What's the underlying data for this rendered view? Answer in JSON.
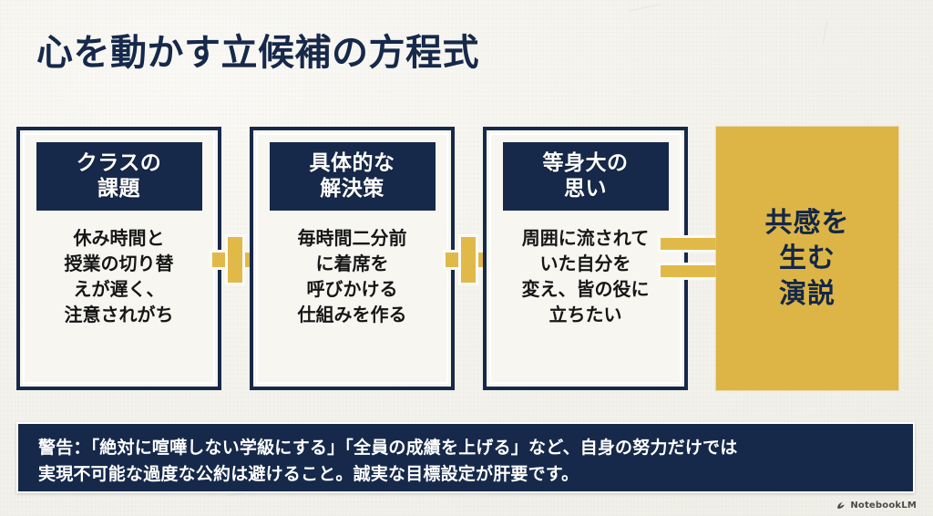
{
  "title": "心を動かす立候補の方程式",
  "colors": {
    "navy": "#16294a",
    "gold": "#ddb546",
    "operator_gold": "#e0b949",
    "paper": "#f5f4ef",
    "card_body": "#f7f6f1",
    "body_text": "#161616",
    "white": "#ffffff"
  },
  "cards": [
    {
      "head": [
        "クラスの",
        "課題"
      ],
      "body": [
        "休み時間と",
        "授業の切り替",
        "えが遅く、",
        "注意されがち"
      ]
    },
    {
      "head": [
        "具体的な",
        "解決策"
      ],
      "body": [
        "毎時間二分前",
        "に着席を",
        "呼びかける",
        "仕組みを作る"
      ]
    },
    {
      "head": [
        "等身大の",
        "思い"
      ],
      "body": [
        "周囲に流されて",
        "いた自分を",
        "変え、皆の役に",
        "立ちたい"
      ]
    }
  ],
  "operators": {
    "plus_1": "+",
    "plus_2": "+",
    "equals": "="
  },
  "result": {
    "lines": [
      "共感を",
      "生む",
      "演説"
    ]
  },
  "warning": {
    "lines": [
      "警告：「絶対に喧嘩しない学級にする」「全員の成績を上げる」など、自身の努力だけでは",
      "実現不可能な過度な公約は避けること。誠実な目標設定が肝要です。"
    ]
  },
  "watermark": {
    "label": "NotebookLM",
    "icon": "notebooklm-icon"
  }
}
